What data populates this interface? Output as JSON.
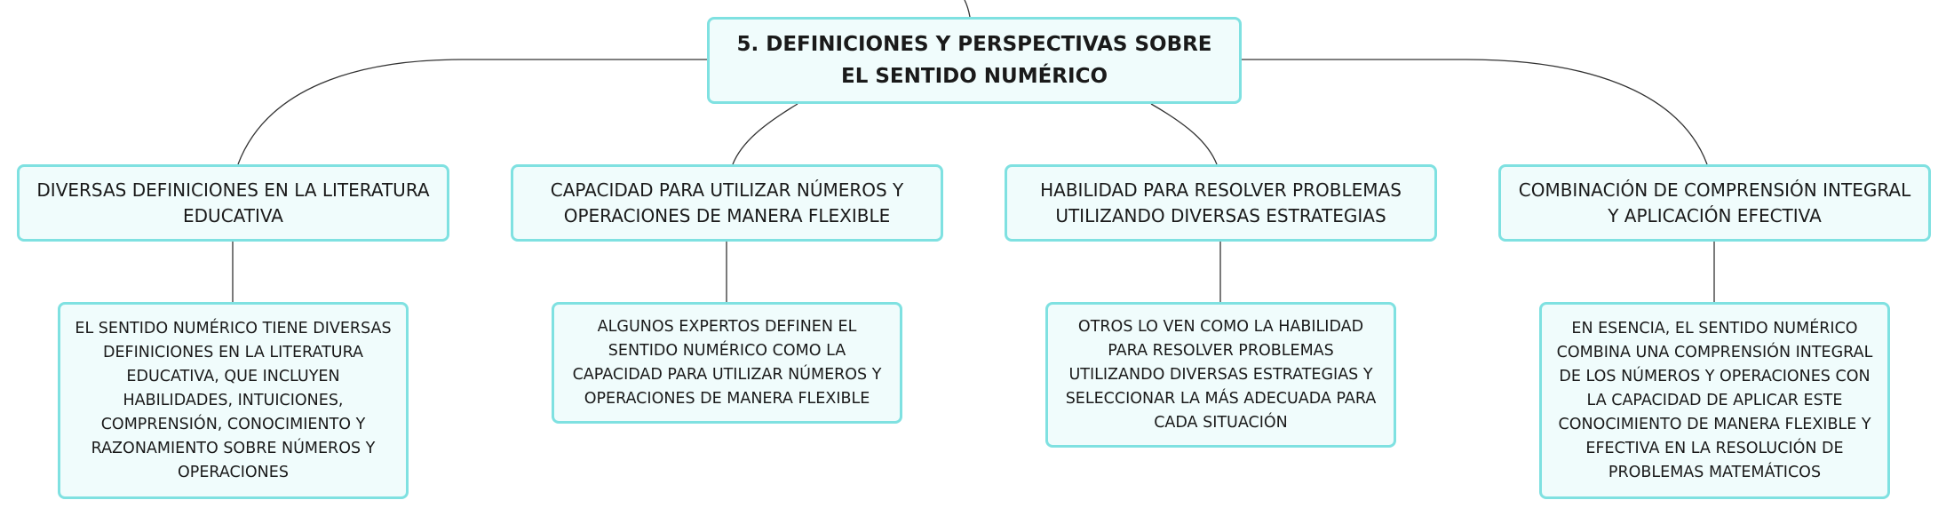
{
  "root": {
    "label": "5. DEFINICIONES Y PERSPECTIVAS SOBRE EL SENTIDO NUMÉRICO"
  },
  "branches": [
    {
      "label": "DIVERSAS DEFINICIONES EN LA LITERATURA EDUCATIVA",
      "detail": "EL SENTIDO NUMÉRICO TIENE DIVERSAS DEFINICIONES EN LA LITERATURA EDUCATIVA, QUE INCLUYEN HABILIDADES, INTUICIONES, COMPRENSIÓN, CONOCIMIENTO Y RAZONAMIENTO SOBRE NÚMEROS Y OPERACIONES"
    },
    {
      "label": "CAPACIDAD PARA UTILIZAR NÚMEROS Y OPERACIONES DE MANERA FLEXIBLE",
      "detail": "ALGUNOS EXPERTOS DEFINEN EL SENTIDO NUMÉRICO COMO LA CAPACIDAD PARA UTILIZAR NÚMEROS Y OPERACIONES DE MANERA FLEXIBLE"
    },
    {
      "label": "HABILIDAD PARA RESOLVER PROBLEMAS UTILIZANDO DIVERSAS ESTRATEGIAS",
      "detail": "OTROS LO VEN COMO LA HABILIDAD PARA RESOLVER PROBLEMAS UTILIZANDO DIVERSAS ESTRATEGIAS Y SELECCIONAR LA MÁS ADECUADA PARA CADA SITUACIÓN"
    },
    {
      "label": "COMBINACIÓN DE COMPRENSIÓN INTEGRAL Y APLICACIÓN EFECTIVA",
      "detail": "EN ESENCIA, EL SENTIDO NUMÉRICO COMBINA UNA COMPRENSIÓN INTEGRAL DE LOS NÚMEROS Y OPERACIONES CON LA CAPACIDAD DE APLICAR ESTE CONOCIMIENTO DE MANERA FLEXIBLE Y EFECTIVA EN LA RESOLUCIÓN DE PROBLEMAS MATEMÁTICOS"
    }
  ],
  "colors": {
    "node_fill": "#f0fcfc",
    "node_border": "#7fe1e1",
    "connector": "#333333"
  }
}
